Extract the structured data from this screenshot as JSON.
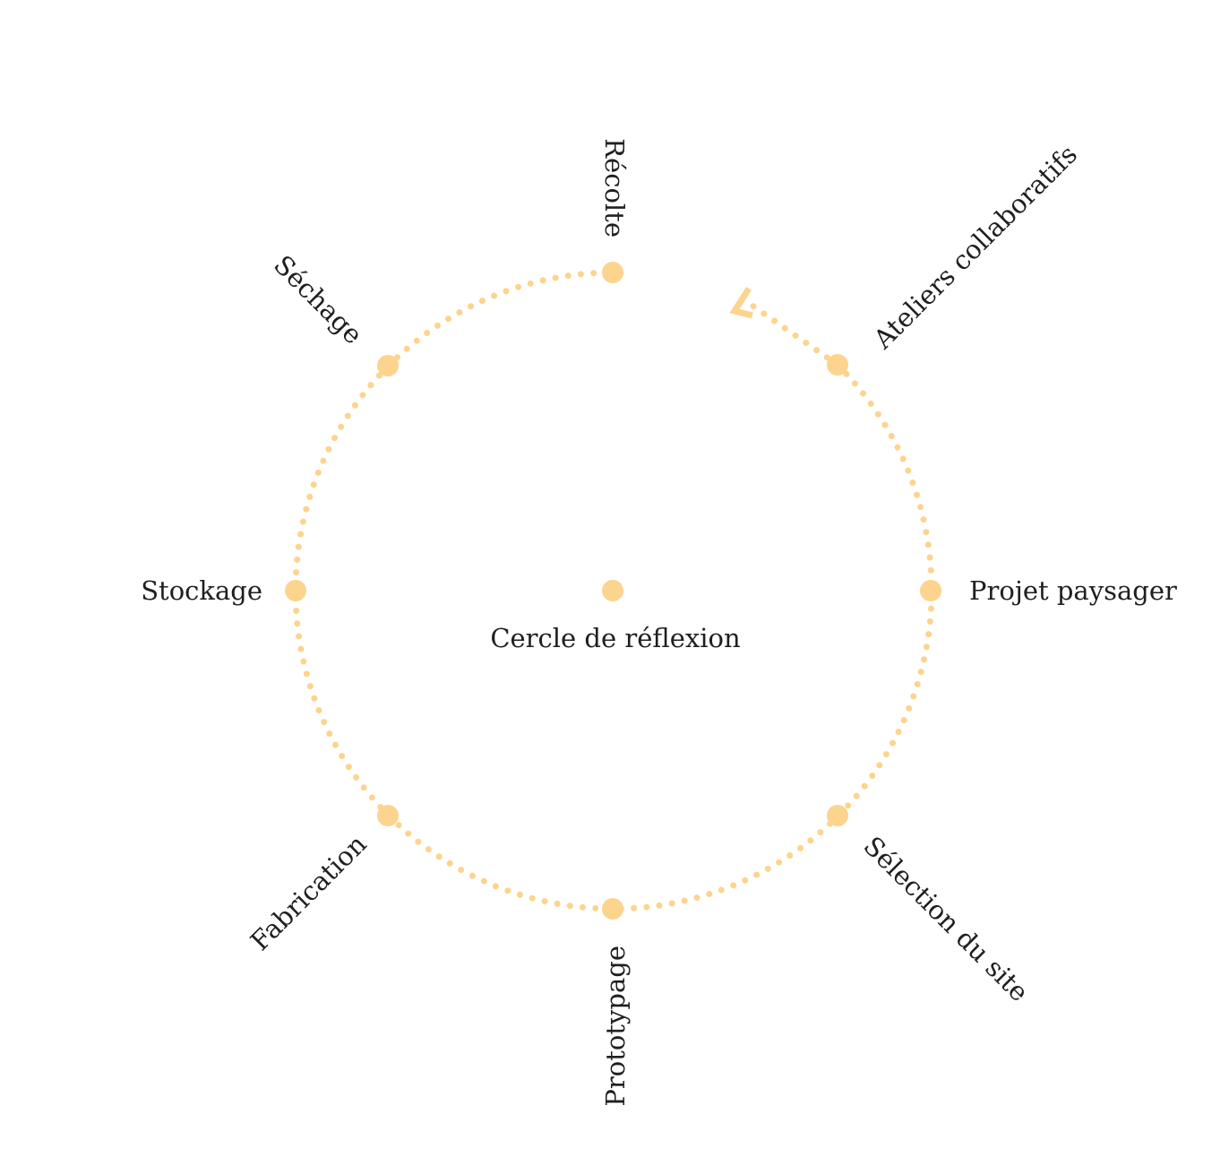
{
  "diagram": {
    "center_label": "Cercle de réflexion",
    "accent_color": "#fcd48e",
    "text_color": "#1f1f1f",
    "direction": "counter-clockwise",
    "arrow_icon": "arrowhead-icon",
    "stages": [
      {
        "id": "ateliers",
        "label": "Ateliers collaboratifs"
      },
      {
        "id": "projet",
        "label": "Projet paysager"
      },
      {
        "id": "selection",
        "label": "Sélection du site"
      },
      {
        "id": "prototypage",
        "label": "Prototypage"
      },
      {
        "id": "fabrication",
        "label": "Fabrication"
      },
      {
        "id": "stockage",
        "label": "Stockage"
      },
      {
        "id": "sechage",
        "label": "Séchage"
      },
      {
        "id": "recolte",
        "label": "Récolte"
      }
    ]
  }
}
